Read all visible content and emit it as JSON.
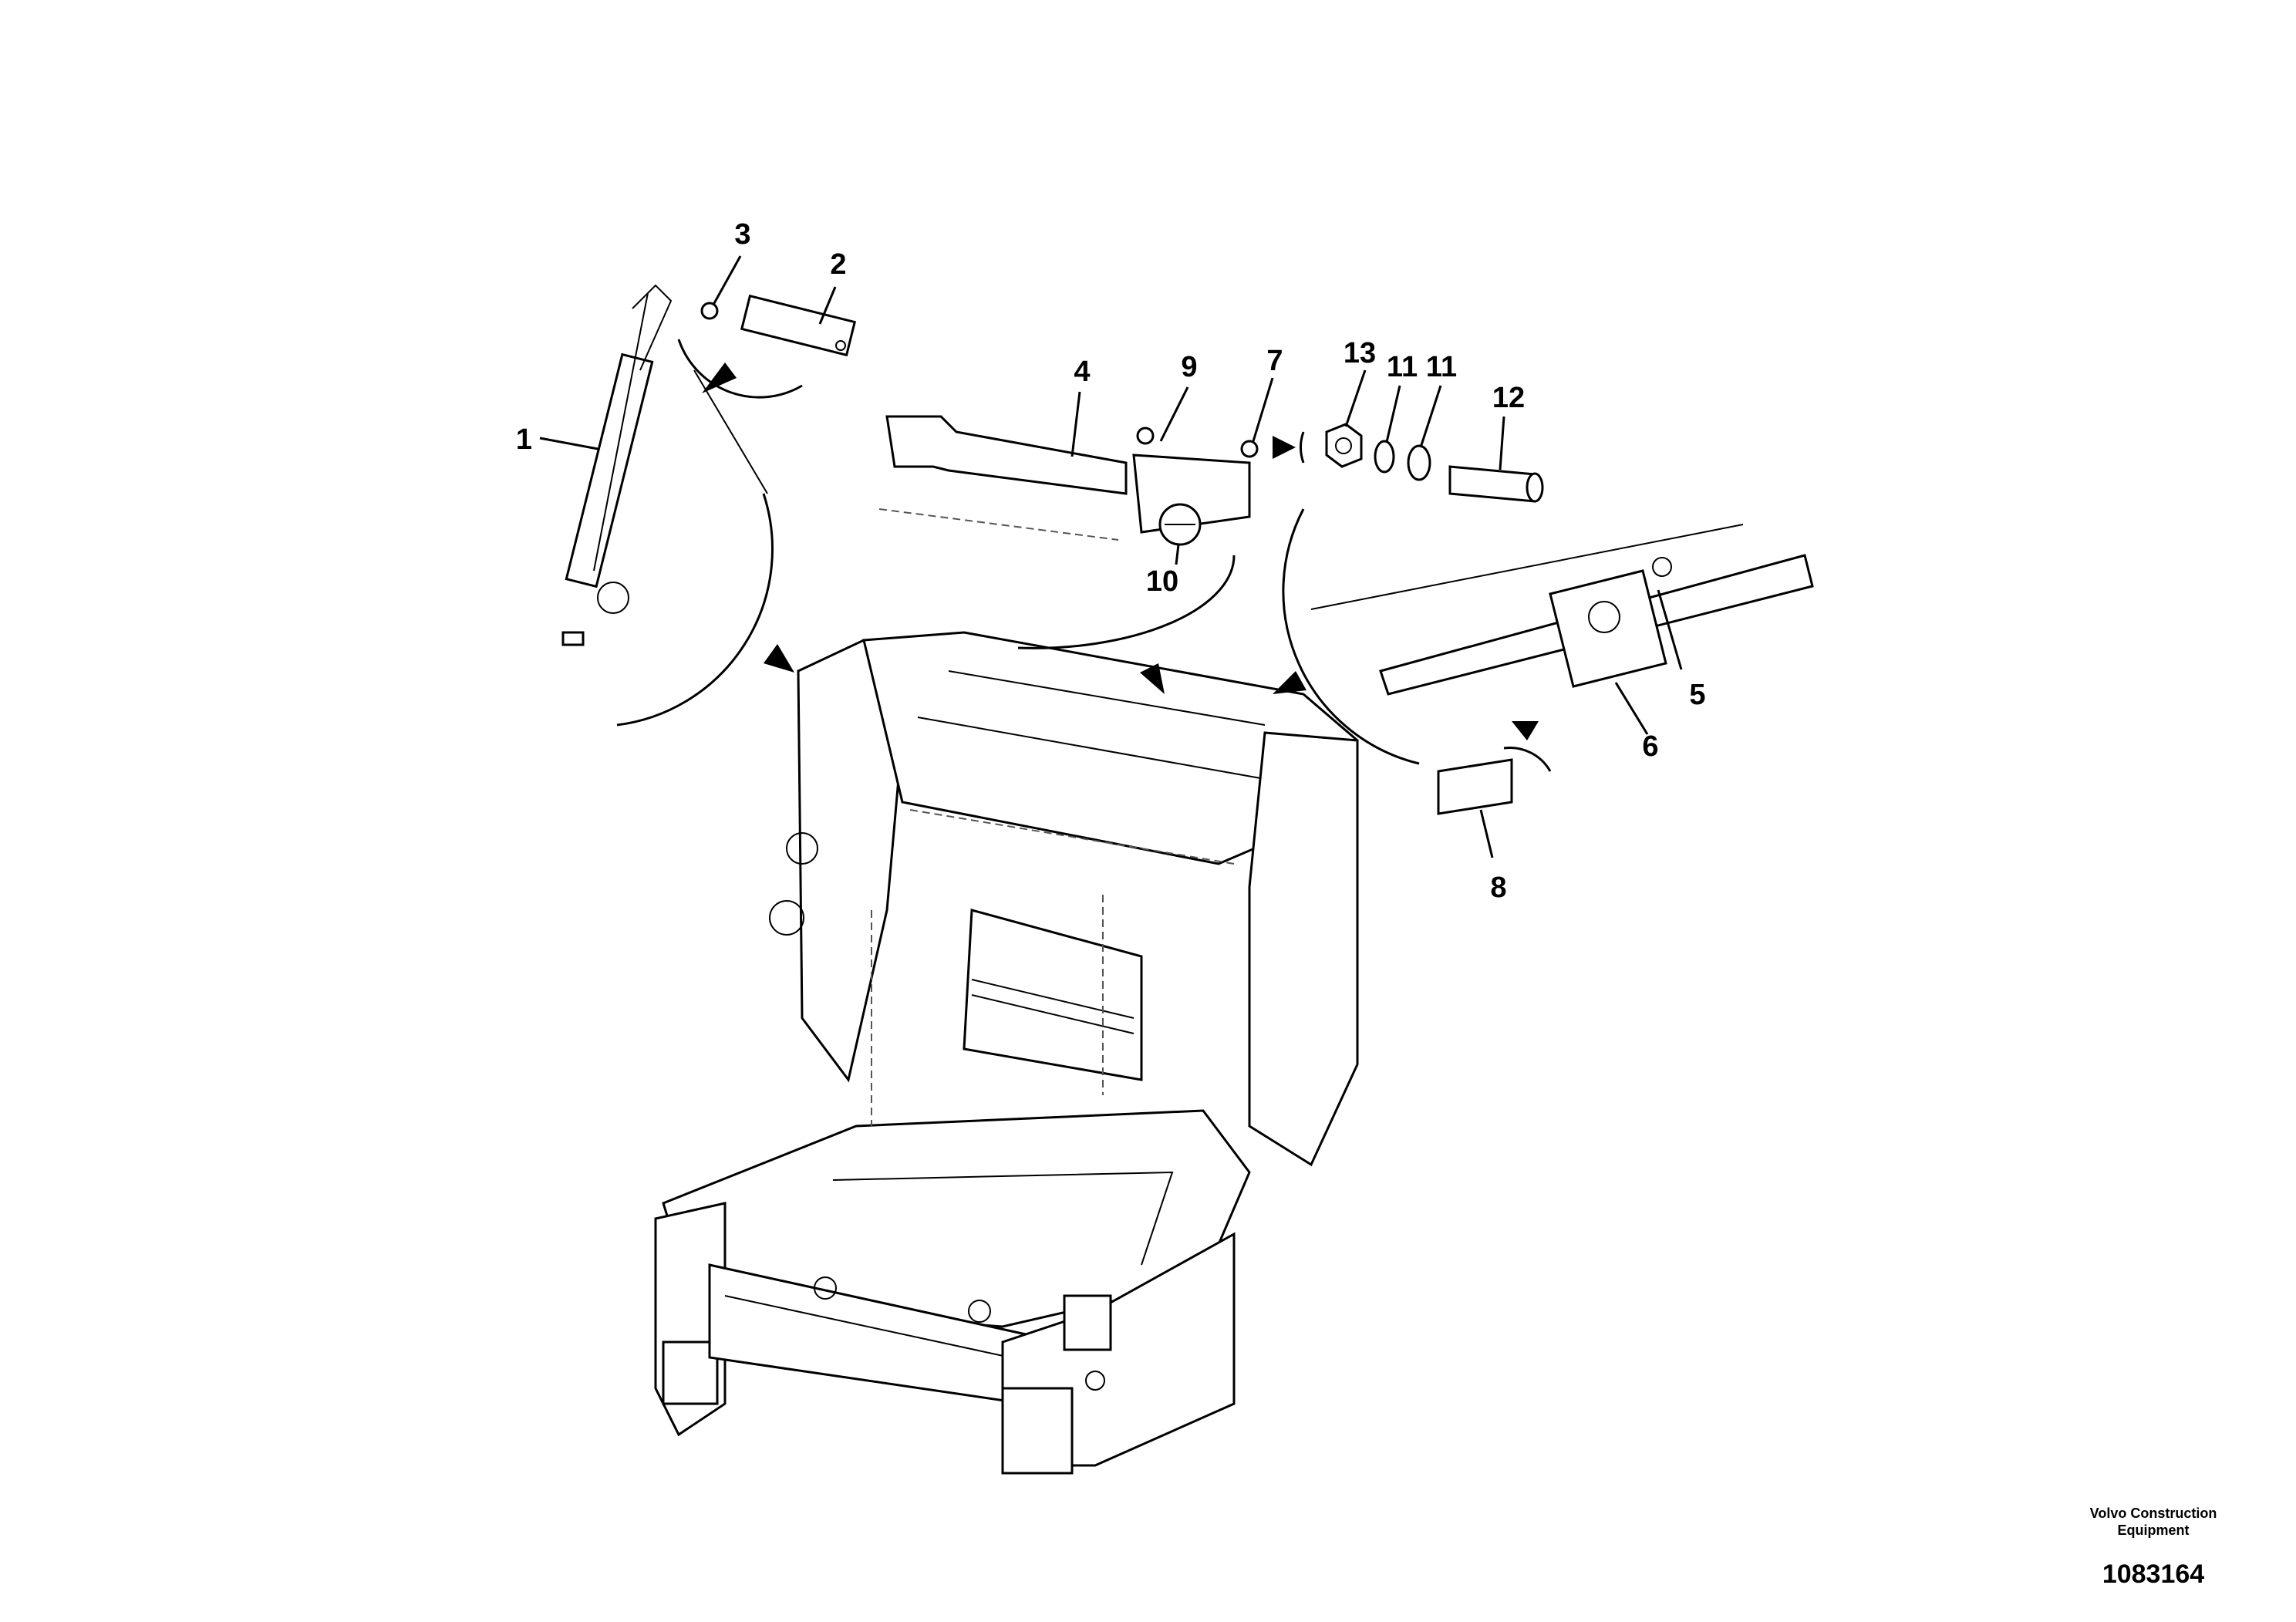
{
  "diagram": {
    "callouts": [
      "1",
      "2",
      "3",
      "4",
      "5",
      "6",
      "7",
      "8",
      "9",
      "10",
      "11",
      "11",
      "12",
      "13"
    ],
    "maker_line1": "Volvo Construction",
    "maker_line2": "Equipment",
    "doc_number": "1083164"
  }
}
